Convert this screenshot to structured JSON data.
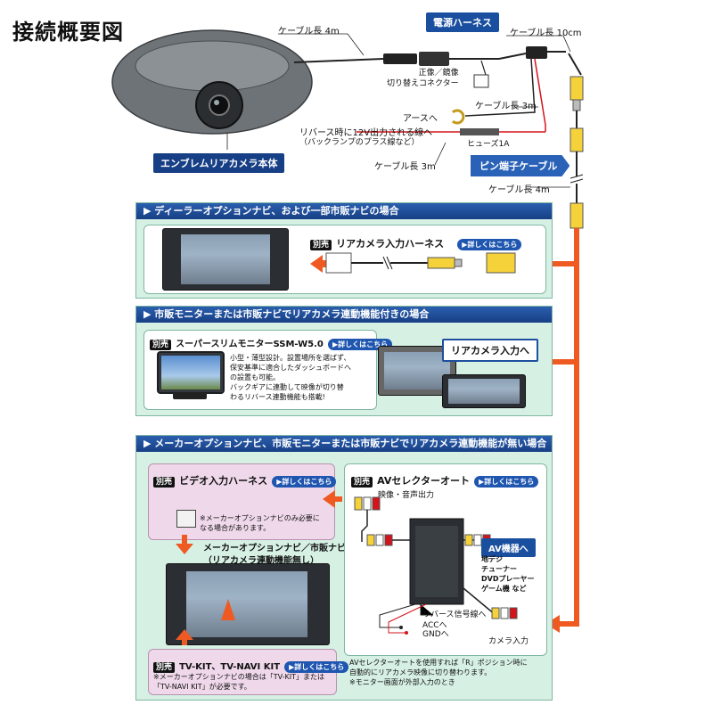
{
  "title": "接続概要図",
  "top": {
    "camera_label": "エンブレムリアカメラ本体",
    "cable_4m_a": "ケーブル長 4m",
    "power_harness": "電源ハーネス",
    "cable_10cm": "ケーブル長 10cm",
    "mirror_connector": "正像／鏡像\n切り替えコネクター",
    "cable_3m_a": "ケーブル長 3m",
    "earth": "アースへ",
    "reverse_line": "リバース時に12V出力される線へ",
    "reverse_note": "（バックランプのプラス線など）",
    "fuse": "ヒューズ1A",
    "cable_3m_b": "ケーブル長 3m",
    "pin_cable": "ピン端子ケーブル",
    "cable_4m_b": "ケーブル長 4m"
  },
  "section1": {
    "header": "▶ ディーラーオプションナビ、および一部市販ナビの場合",
    "sold_separately": "別売",
    "product": "リアカメラ入力ハーネス",
    "detail": "▶詳しくはこちら"
  },
  "section2": {
    "header": "▶ 市販モニターまたは市販ナビでリアカメラ連動機能付きの場合",
    "sold_separately": "別売",
    "product": "スーパースリムモニターSSM-W5.0",
    "detail": "▶詳しくはこちら",
    "desc": "小型・薄型設計。設置場所を選ばず、\n保安基準に適合したダッシュボードへ\nの設置も可能。\nバックギアに連動して映像が切り替\nわるリバース連動機能も搭載!",
    "rear_input": "リアカメラ入力へ"
  },
  "section3": {
    "header": "▶ メーカーオプションナビ、市販モニターまたは市販ナビでリアカメラ連動機能が無い場合",
    "video_sold": "別売",
    "video_product": "ビデオ入力ハーネス",
    "video_detail": "▶詳しくはこちら",
    "video_note": "※メーカーオプションナビのみ必要に\nなる場合があります。",
    "nav_label": "メーカーオプションナビ／市販ナビ",
    "nav_sub": "（リアカメラ連動機能無し）",
    "kit_sold": "別売",
    "kit_product": "TV-KIT、TV-NAVI KIT",
    "kit_detail": "▶詳しくはこちら",
    "kit_note": "※メーカーオプションナビの場合は「TV-KIT」または\n「TV-NAVI KIT」が必要です。",
    "av_sold": "別売",
    "av_product": "AVセレクターオート",
    "av_detail": "▶詳しくはこちら",
    "av_out": "映像・音声出力",
    "av_device_tag": "AV機器へ",
    "av_devices": "地デジ\nチューナー\nDVDプレーヤー\nゲーム機 など",
    "reverse_signal": "リバース信号線へ",
    "acc": "ACCへ",
    "gnd": "GNDへ",
    "camera_input": "カメラ入力",
    "av_desc": "AVセレクターオートを使用すれば「R」ポジション時に\n自動的にリアカメラ映像に切り替わります。\n※モニター画面が外部入力のとき"
  },
  "colors": {
    "panel_bg": "#d6f0e4",
    "header_blue": "#1f4f9e",
    "arrow_orange": "#ee5a22",
    "pink_box": "#efd8ea"
  }
}
